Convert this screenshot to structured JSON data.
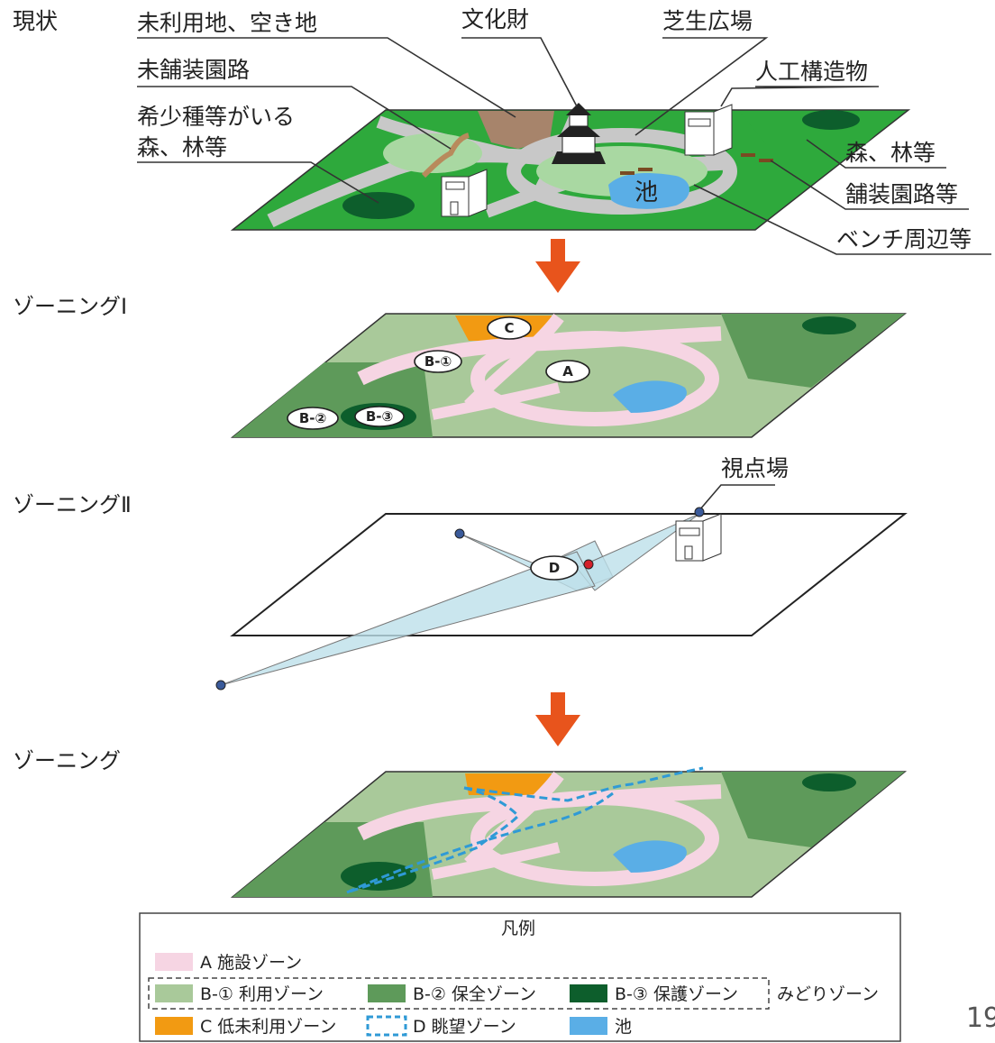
{
  "stages": {
    "current": "現状",
    "zoning1": "ゾーニングⅠ",
    "zoning2": "ゾーニングⅡ",
    "zoning": "ゾーニング"
  },
  "callouts": {
    "unused_land": "未利用地、空き地",
    "cultural": "文化財",
    "lawn": "芝生広場",
    "unpaved": "未舗装園路",
    "structure": "人工構造物",
    "rare_forest_1": "希少種等がいる",
    "rare_forest_2": "森、林等",
    "forest": "森、林等",
    "paved": "舗装園路等",
    "bench": "ベンチ周辺等",
    "pond": "池",
    "viewpoint": "視点場"
  },
  "zone_tags": {
    "c": "C",
    "b1": "B-①",
    "a": "A",
    "b2": "B-②",
    "b3": "B-③",
    "d": "D"
  },
  "legend": {
    "title": "凡例",
    "a": "A 施設ゾーン",
    "b1": "B-① 利用ゾーン",
    "b2": "B-② 保全ゾーン",
    "b3": "B-③ 保護ゾーン",
    "green_group": "みどりゾーン",
    "c": "C 低未利用ゾーン",
    "d": "D 眺望ゾーン",
    "pond": "池"
  },
  "colors": {
    "facility_pink": "#f6d5e3",
    "use_green": "#a9c99a",
    "conserve_green": "#5e9a5a",
    "protect_green": "#0d5e2c",
    "low_use_orange": "#f29a12",
    "view_blue": "#2f9ad6",
    "pond_blue": "#5aaee6",
    "arrow_orange": "#e8541c",
    "lawn_green": "#2ea93c"
  },
  "page_number": "19"
}
